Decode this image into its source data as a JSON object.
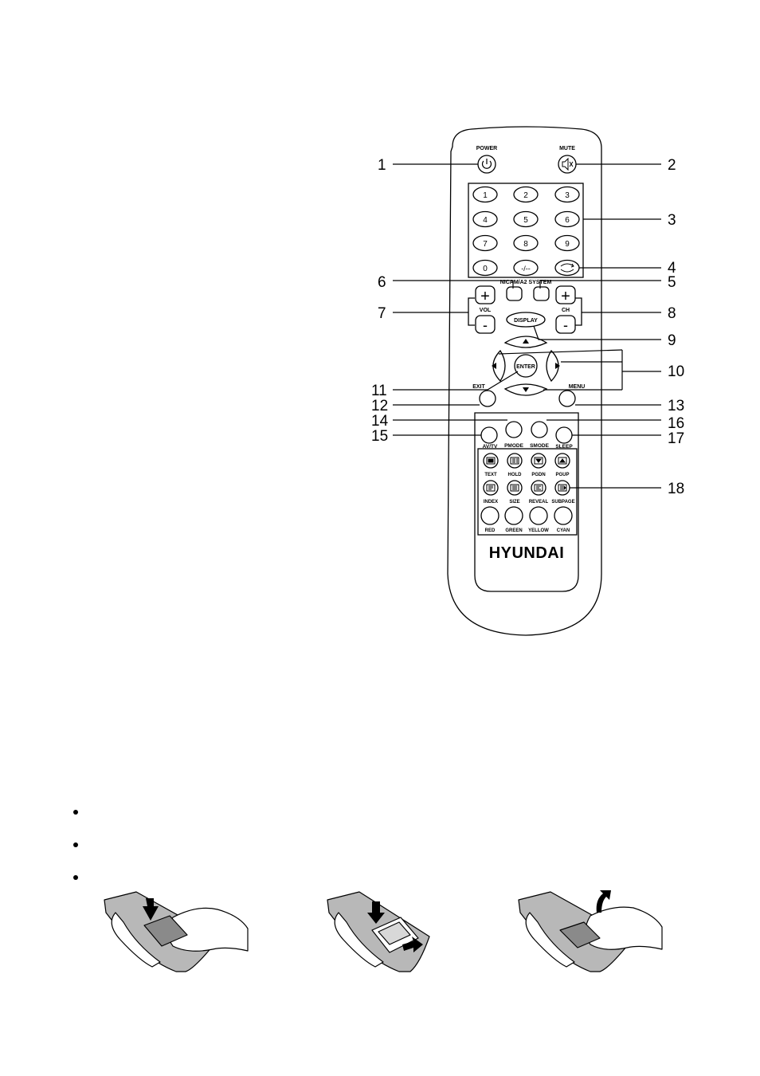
{
  "remote": {
    "brand": "HYUNDAI",
    "top_labels": {
      "power": "POWER",
      "mute": "MUTE"
    },
    "keypad": [
      "1",
      "2",
      "3",
      "4",
      "5",
      "6",
      "7",
      "8",
      "9",
      "0",
      "-/--"
    ],
    "nicam_label": "NICAM/A2 SYSTEM",
    "vol_label": "VOL",
    "ch_label": "CH",
    "plus": "+",
    "minus": "-",
    "display_label": "DISPLAY",
    "enter_label": "ENTER",
    "exit_label": "EXIT",
    "menu_label": "MENU",
    "function_labels": [
      "AV/TV",
      "PMODE",
      "SMODE",
      "SLEEP"
    ],
    "teletext_row1": [
      "TEXT",
      "HOLD",
      "PGDN",
      "PGUP"
    ],
    "teletext_row2": [
      "INDEX",
      "SIZE",
      "REVEAL",
      "SUBPAGE"
    ],
    "color_labels": [
      "RED",
      "GREEN",
      "YELLOW",
      "CYAN"
    ]
  },
  "callouts": [
    "1",
    "2",
    "3",
    "4",
    "5",
    "6",
    "7",
    "8",
    "9",
    "10",
    "11",
    "12",
    "13",
    "14",
    "15",
    "16",
    "17",
    "18"
  ],
  "bullets": 3,
  "illustrations": [
    "open-battery-cover",
    "insert-batteries",
    "close-battery-cover"
  ],
  "colors": {
    "ink": "#000000",
    "remote_fill": "#ffffff",
    "hand_fill": "#ffffff",
    "remote_shade": "#b8b8b8"
  }
}
